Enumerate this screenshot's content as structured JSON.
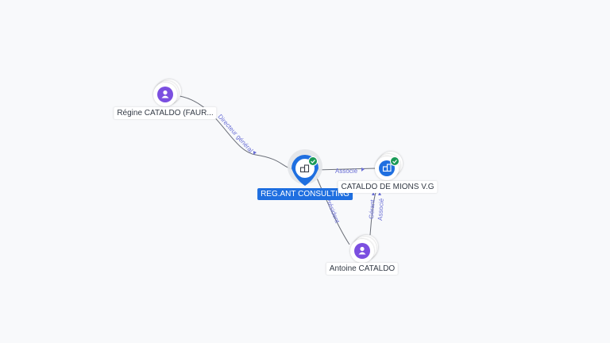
{
  "nodes": {
    "regine": {
      "label": "Régine CATALDO (FAUR..."
    },
    "company": {
      "label": "REG.ANT CONSULTING"
    },
    "mions": {
      "label": "CATALDO DE MIONS V.G"
    },
    "antoine": {
      "label": "Antoine CATALDO"
    }
  },
  "edges": {
    "directeur": {
      "label": "Directeur général"
    },
    "associe": {
      "label": "Associé"
    },
    "president": {
      "label": "Président"
    },
    "gerant": {
      "label": "Gérant"
    },
    "associe2": {
      "label": "Associé"
    }
  },
  "colors": {
    "person": "#7b4fe0",
    "company": "#1f6fe0",
    "check": "#1a9a57",
    "edge_label": "#6a6fd6"
  }
}
